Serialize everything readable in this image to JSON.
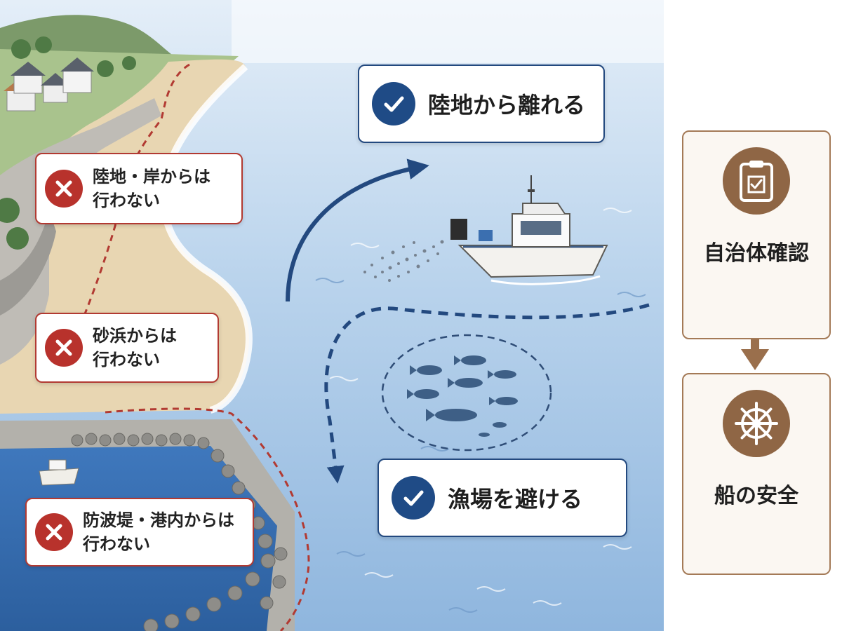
{
  "colors": {
    "warning": "#b8322c",
    "confirm": "#1f4b86",
    "flow": "#8f6645",
    "sea": "#4a7fbf"
  },
  "prohibited": [
    {
      "icon": "x-mark-icon",
      "lines": [
        "陸地・岸からは",
        "行わない"
      ]
    },
    {
      "icon": "x-mark-icon",
      "lines": [
        "砂浜からは",
        "行わない"
      ]
    },
    {
      "icon": "x-mark-icon",
      "lines": [
        "防波堤・港内からは",
        "行わない"
      ]
    }
  ],
  "recommended": [
    {
      "icon": "checkmark-icon",
      "text": "陸地から離れる"
    },
    {
      "icon": "checkmark-icon",
      "text": "漁場を避ける"
    }
  ],
  "flow": [
    {
      "icon": "clipboard-icon",
      "text": "自治体確認"
    },
    {
      "icon": "ship-wheel-icon",
      "text": "船の安全"
    }
  ]
}
